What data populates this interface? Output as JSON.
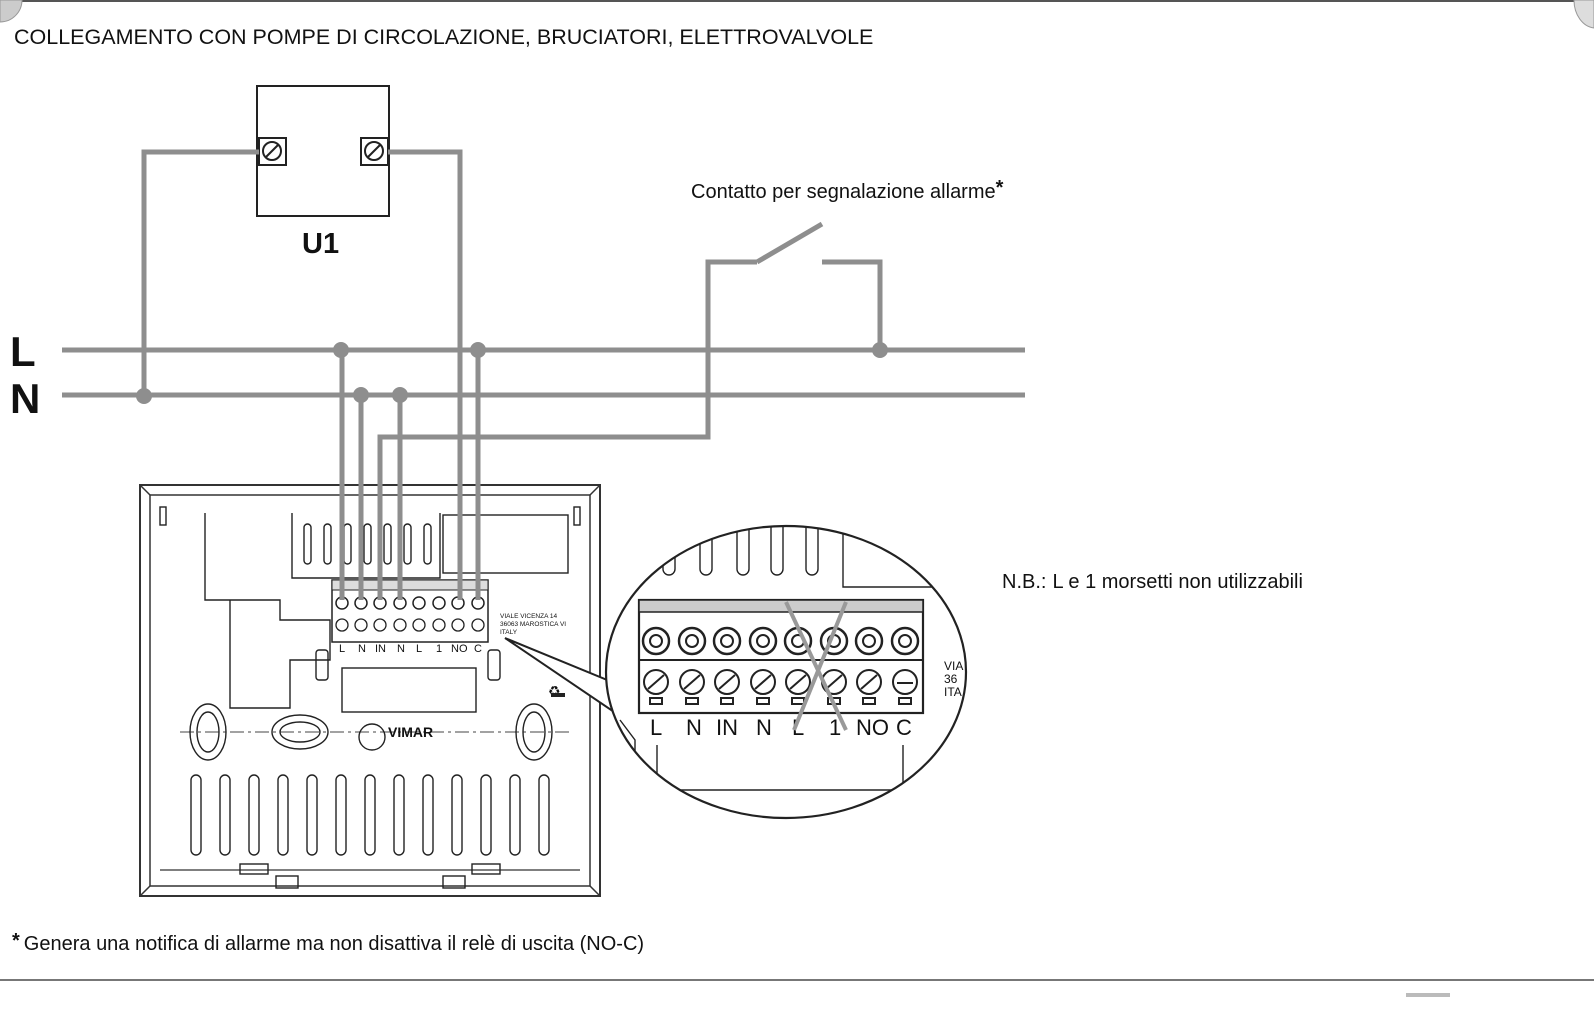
{
  "title": "COLLEGAMENTO CON POMPE DI CIRCOLAZIONE, BRUCIATORI, ELETTROVALVOLE",
  "load_label": "U1",
  "line_labels": {
    "line": "L",
    "neutral": "N"
  },
  "alarm_contact_label": "Contatto per segnalazione allarme",
  "alarm_contact_asterisk": "*",
  "terminals": [
    "L",
    "N",
    "IN",
    "N",
    "L",
    "1",
    "NO",
    "C"
  ],
  "device_small_label_lines": [
    "VIALE VICENZA 14",
    "36063 MAROSTICA VI",
    "ITALY"
  ],
  "device_brand": "VIMAR",
  "zoom_label_lines": [
    "VIA",
    "36",
    "ITA"
  ],
  "note": {
    "prefix": "N.B.:",
    "text": "L e 1 morsetti non utilizzabili"
  },
  "footnote": {
    "asterisk": "*",
    "text": "Genera una notifica di allarme ma non disattiva il relè di uscita (NO-C)"
  },
  "colors": {
    "wire": "#8e8e8e",
    "ink": "#111111",
    "background": "#ffffff"
  }
}
